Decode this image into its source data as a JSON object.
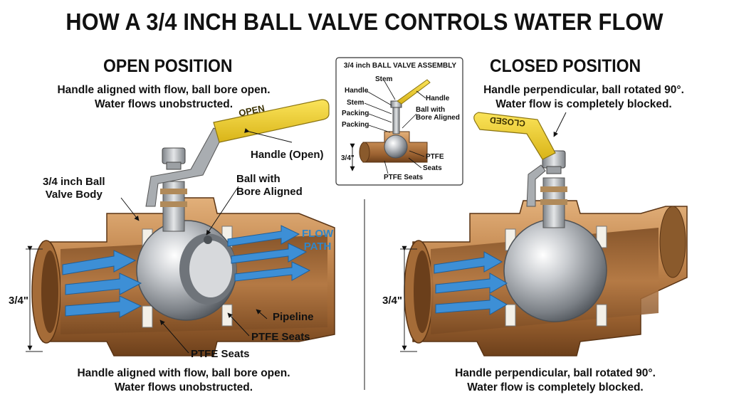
{
  "title": "HOW A 3/4 INCH BALL VALVE CONTROLS WATER FLOW",
  "open": {
    "heading": "OPEN POSITION",
    "top_desc_1": "Handle aligned with flow, ball bore open.",
    "top_desc_2": "Water flows unobstructed.",
    "bottom_desc_1": "Handle aligned with flow, ball bore open.",
    "bottom_desc_2": "Water flows unobstructed.",
    "handle_text": "OPEN",
    "labels": {
      "handle": "Handle (Open)",
      "body_1": "3/4 inch Ball",
      "body_2": "Valve Body",
      "ball_1": "Ball with",
      "ball_2": "Bore Aligned",
      "flow_1": "FLOW",
      "flow_2": "PATH",
      "dimension": "3/4\"",
      "pipeline": "Pipeline",
      "seats_right": "PTFE Seats",
      "seats_bottom": "PTFE Seats"
    }
  },
  "closed": {
    "heading": "CLOSED POSITION",
    "top_desc_1": "Handle perpendicular, ball rotated 90°.",
    "top_desc_2": "Water flow is completely blocked.",
    "bottom_desc_1": "Handle perpendicular, ball rotated 90°.",
    "bottom_desc_2": "Water flow is completely blocked.",
    "handle_text": "CLOSED",
    "dimension": "3/4\""
  },
  "assembly": {
    "title": "3/4 inch BALL VALVE ASSEMBLY",
    "stem_top": "Stem",
    "handle_left": "Handle",
    "stem_left": "Stem",
    "packing_1": "Packing",
    "packing_2": "Packing",
    "handle_right": "Handle",
    "ball_1": "Ball with",
    "ball_2": "Bore Aligned",
    "dimension": "3/4\"",
    "ptfe": "PTFE",
    "seats": "Seats",
    "ptfe_seats": "PTFE Seats"
  },
  "colors": {
    "brass": "#b9804a",
    "brass_dark": "#7d4e24",
    "steel": "#b8bcc0",
    "handle": "#f2d230",
    "flow": "#3d8fd6"
  }
}
